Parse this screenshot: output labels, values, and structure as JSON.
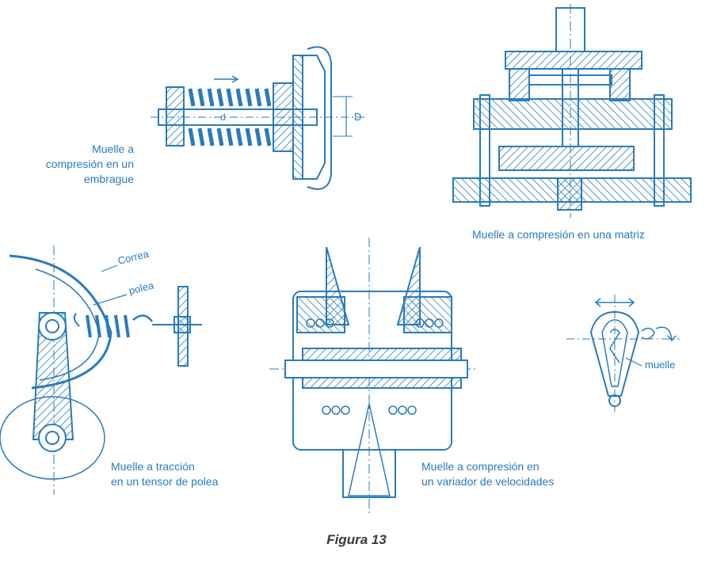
{
  "figures": {
    "clutch": {
      "caption_lines": [
        "Muelle a",
        "compresión en un",
        "embrague"
      ],
      "dim_d": "d",
      "dim_D": "D"
    },
    "die": {
      "caption": "Muelle a compresión  en una matriz"
    },
    "pulley": {
      "caption_lines": [
        "Muelle a tracción",
        "en un tensor de polea"
      ],
      "label_correa": "Correa",
      "label_polea": "polea"
    },
    "variator": {
      "caption_lines": [
        "Muelle a compresión en",
        "un variador de velocidades"
      ]
    },
    "clip": {
      "label_muelle": "muelle"
    }
  },
  "caption": "Figura 13",
  "colors": {
    "ink": "#2b7bb9",
    "caption": "#3a3a3a"
  }
}
